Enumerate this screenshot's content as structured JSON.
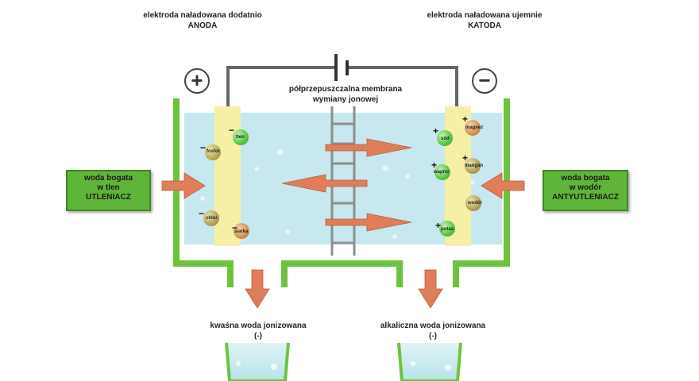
{
  "anode": {
    "line1": "elektroda naładowana dodatnio",
    "line2": "ANODA",
    "symbol": "+"
  },
  "cathode": {
    "line1": "elektroda naładowana ujemnie",
    "line2": "KATODA",
    "symbol": "−"
  },
  "membrane": {
    "line1": "półprzepuszczalna membrana",
    "line2": "wymiany jonowej"
  },
  "input_left": {
    "line1": "woda bogata",
    "line2": "w tlen",
    "line3": "UTLENIACZ"
  },
  "input_right": {
    "line1": "woda bogata",
    "line2": "w wodór",
    "line3": "ANTYUTLENIACZ"
  },
  "output_left": {
    "line1": "kwaśna woda jonizowana",
    "line2": "(-)"
  },
  "output_right": {
    "line1": "alkaliczna woda jonizowana",
    "line2": "(-)"
  },
  "ions_anode": [
    {
      "label": "tlen",
      "sign": "−",
      "color": "green"
    },
    {
      "label": "fosfor",
      "sign": "−",
      "color": "yellow"
    },
    {
      "label": "chlor",
      "sign": "−",
      "color": "olive"
    },
    {
      "label": "siarka",
      "sign": "−",
      "color": "orange"
    }
  ],
  "ions_cathode": [
    {
      "label": "magnez",
      "sign": "+",
      "color": "orange"
    },
    {
      "label": "sód",
      "sign": "+",
      "color": "green"
    },
    {
      "label": "mangan",
      "sign": "+",
      "color": "olive"
    },
    {
      "label": "wapno",
      "sign": "+",
      "color": "green"
    },
    {
      "label": "wodór",
      "sign": "",
      "color": "olive"
    },
    {
      "label": "potas",
      "sign": "+",
      "color": "green"
    }
  ],
  "colors": {
    "water": "#c6e8ee",
    "tank_wall": "#6fc23f",
    "electrode": "#f6f0a6",
    "arrow": "#e07e5c",
    "wire": "#666666",
    "membrane": "#8d8d8d"
  }
}
